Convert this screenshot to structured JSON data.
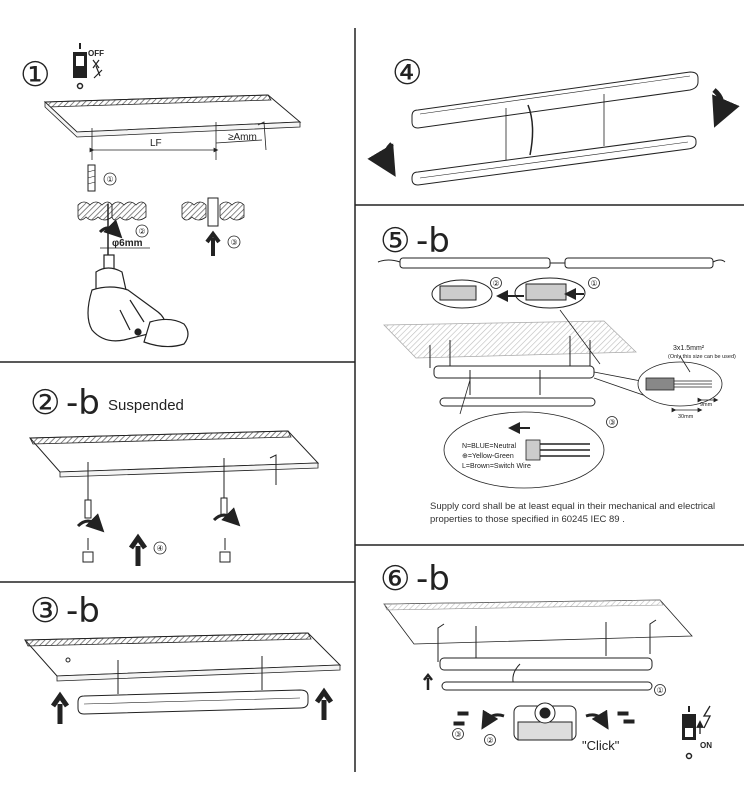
{
  "panels": {
    "p1": {
      "step": "①",
      "switch_label": "OFF",
      "dim_lf": "LF",
      "dim_gap": "≥Amm",
      "hole_size": "φ6mm",
      "callouts": [
        "①",
        "②",
        "③"
      ]
    },
    "p2b": {
      "step": "②",
      "suffix": "-b",
      "title": "Suspended",
      "callout": "④"
    },
    "p3b": {
      "step": "③",
      "suffix": "-b"
    },
    "p4": {
      "step": "④"
    },
    "p5b": {
      "step": "⑤",
      "suffix": "-b",
      "callouts": [
        "①",
        "②",
        "③"
      ],
      "wire_size": "3x1.5mm²",
      "wire_note": "(Only this size can be used)",
      "dim_a": "9mm",
      "dim_b": "30mm",
      "legend": [
        "N=BLUE=Neutral",
        "⊕=Yellow-Green",
        "L=Brown=Switch Wire"
      ],
      "note_line1": "Supply cord shall be at least equal in their mechanical and electrical",
      "note_line2": "properties to those specified in 60245 IEC  89 ."
    },
    "p6b": {
      "step": "⑥",
      "suffix": "-b",
      "click_label": "\"Click\"",
      "switch_label": "ON",
      "callouts": [
        "①",
        "②",
        "③"
      ]
    }
  }
}
